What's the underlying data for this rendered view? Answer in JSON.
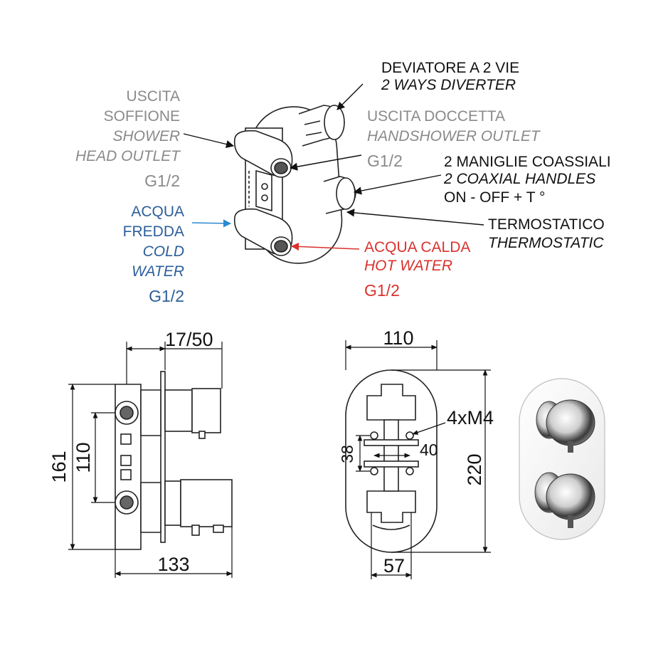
{
  "labels": {
    "deviatore": {
      "it": "DEVIATORE A 2 VIE",
      "en": "2 WAYS DIVERTER"
    },
    "uscita_soffione": {
      "it1": "USCITA",
      "it2": "SOFFIONE",
      "en1": "SHOWER",
      "en2": "HEAD OUTLET",
      "size": "G1/2"
    },
    "uscita_doccetta": {
      "it": "USCITA DOCCETTA",
      "en": "HANDSHOWER OUTLET",
      "size": "G1/2"
    },
    "maniglie": {
      "it": "2 MANIGLIE COASSIALI",
      "en": "2 COAXIAL HANDLES",
      "sub": "ON - OFF  +  T °"
    },
    "termostatico": {
      "it": "TERMOSTATICO",
      "en": "THERMOSTATIC"
    },
    "acqua_fredda": {
      "it1": "ACQUA",
      "it2": "FREDDA",
      "en1": "COLD",
      "en2": "WATER",
      "size": "G1/2"
    },
    "acqua_calda": {
      "it": "ACQUA CALDA",
      "en": "HOT WATER",
      "size": "G1/2"
    }
  },
  "dimensions": {
    "depth": "17/50",
    "height_total": "161",
    "inlet_spacing": "110",
    "body_depth": "133",
    "plate_width": "110",
    "screws": "4xM4",
    "screw_spacing_h": "40",
    "screw_spacing_v": "38",
    "plate_height": "220",
    "bottom_width": "57"
  },
  "colors": {
    "grey": "#8a8a8a",
    "blue": "#2d5f9a",
    "red": "#d9322d",
    "black": "#111111",
    "arrow_blue": "#2a8ad0"
  }
}
